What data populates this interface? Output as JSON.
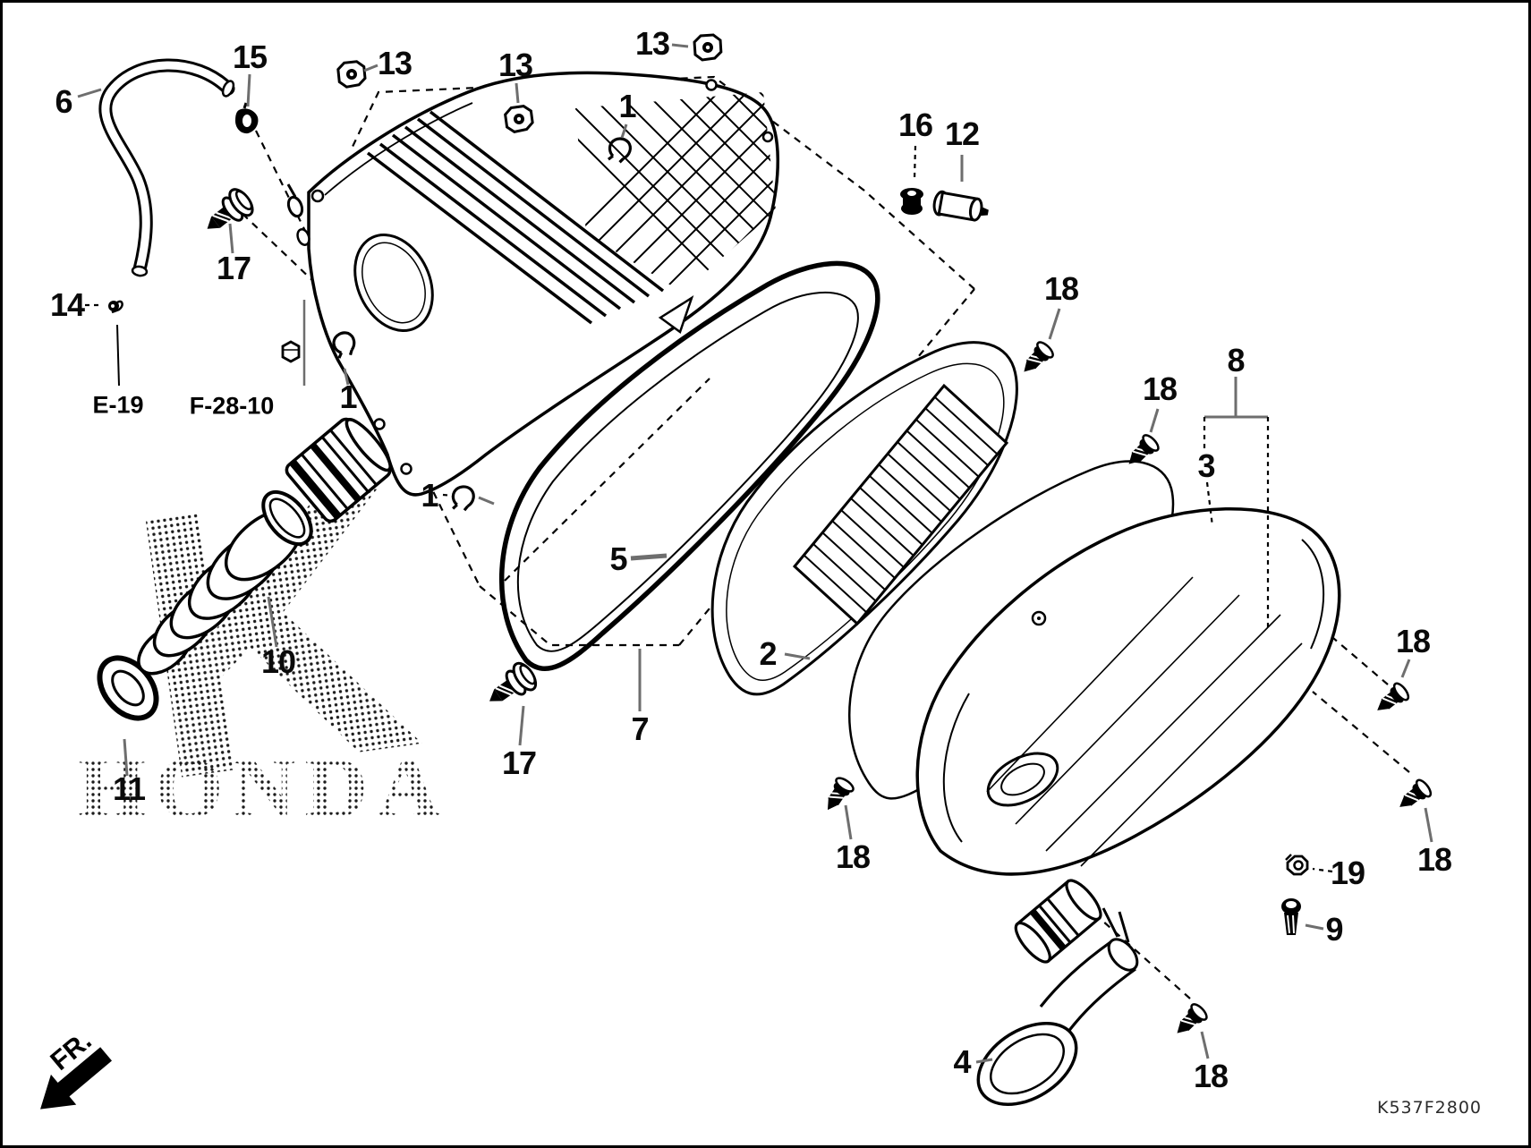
{
  "diagram": {
    "part_code": "K537F2800",
    "watermark_text": "HONDA",
    "watermark_glyph": "K",
    "front_arrow_label": "FR.",
    "reference_labels": {
      "left": "E-19",
      "right": "F-28-10"
    },
    "line_color": "#000000",
    "background": "#ffffff",
    "callouts": [
      {
        "id": "c6",
        "label": "6"
      },
      {
        "id": "c15",
        "label": "15"
      },
      {
        "id": "c13a",
        "label": "13"
      },
      {
        "id": "c13b",
        "label": "13"
      },
      {
        "id": "c13c",
        "label": "13"
      },
      {
        "id": "c1a",
        "label": "1"
      },
      {
        "id": "c16",
        "label": "16"
      },
      {
        "id": "c12",
        "label": "12"
      },
      {
        "id": "c17a",
        "label": "17"
      },
      {
        "id": "c14",
        "label": "14"
      },
      {
        "id": "c1b",
        "label": "1"
      },
      {
        "id": "c1c",
        "label": "1"
      },
      {
        "id": "c5",
        "label": "5"
      },
      {
        "id": "c10",
        "label": "10"
      },
      {
        "id": "c11",
        "label": "11"
      },
      {
        "id": "c17b",
        "label": "17"
      },
      {
        "id": "c7",
        "label": "7"
      },
      {
        "id": "c2",
        "label": "2"
      },
      {
        "id": "c18a",
        "label": "18"
      },
      {
        "id": "c18b",
        "label": "18"
      },
      {
        "id": "c8",
        "label": "8"
      },
      {
        "id": "c3",
        "label": "3"
      },
      {
        "id": "c18c",
        "label": "18"
      },
      {
        "id": "c19",
        "label": "19"
      },
      {
        "id": "c9",
        "label": "9"
      },
      {
        "id": "c18d",
        "label": "18"
      },
      {
        "id": "c18e",
        "label": "18"
      },
      {
        "id": "c18f",
        "label": "18"
      },
      {
        "id": "c4",
        "label": "4"
      }
    ]
  }
}
